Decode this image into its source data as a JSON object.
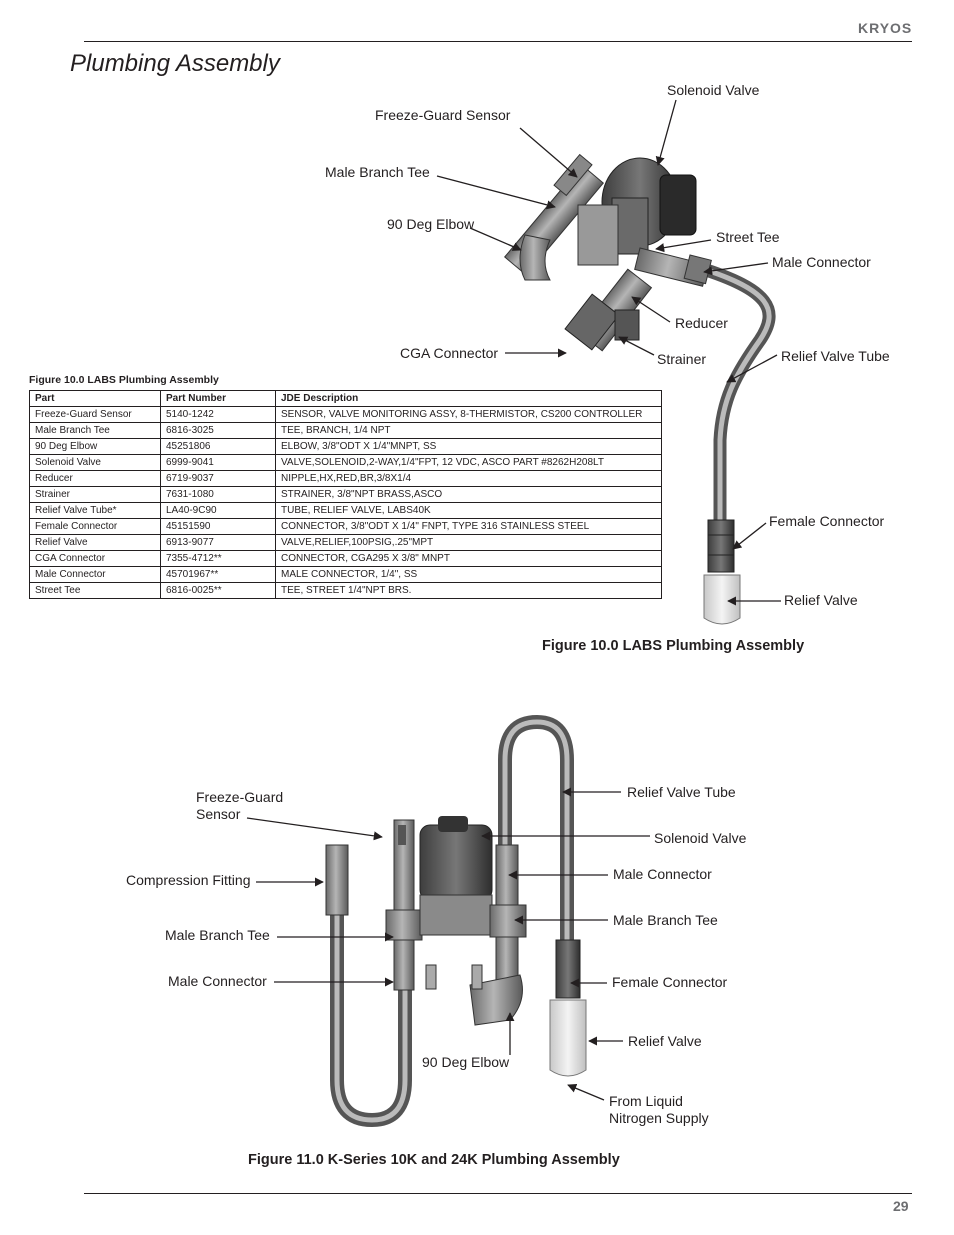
{
  "header": {
    "brand": "KRYOS"
  },
  "page_title": "Plumbing Assembly",
  "figure10": {
    "table_caption": "Figure 10.0 LABS Plumbing Assembly",
    "caption": "Figure 10.0 LABS Plumbing Assembly",
    "labels": {
      "solenoid_valve": "Solenoid Valve",
      "freeze_guard_sensor": "Freeze-Guard Sensor",
      "male_branch_tee": "Male Branch Tee",
      "elbow_90": "90 Deg Elbow",
      "street_tee": "Street Tee",
      "male_connector": "Male Connector",
      "reducer": "Reducer",
      "cga_connector": "CGA Connector",
      "strainer": "Strainer",
      "relief_valve_tube": "Relief Valve Tube",
      "female_connector": "Female Connector",
      "relief_valve": "Relief Valve"
    }
  },
  "parts_table": {
    "headers": [
      "Part",
      "Part Number",
      "JDE Description"
    ],
    "rows": [
      [
        "Freeze-Guard Sensor",
        "5140-1242",
        "SENSOR, VALVE MONITORING ASSY, 8-THERMISTOR, CS200 CONTROLLER"
      ],
      [
        "Male Branch Tee",
        "6816-3025",
        "TEE, BRANCH, 1/4 NPT"
      ],
      [
        "90 Deg Elbow",
        "45251806",
        "ELBOW, 3/8\"ODT X 1/4\"MNPT, SS"
      ],
      [
        "Solenoid Valve",
        "6999-9041",
        "VALVE,SOLENOID,2-WAY,1/4\"FPT, 12 VDC, ASCO PART #8262H208LT"
      ],
      [
        "Reducer",
        "6719-9037",
        "NIPPLE,HX,RED,BR,3/8X1/4"
      ],
      [
        "Strainer",
        "7631-1080",
        "STRAINER, 3/8\"NPT BRASS,ASCO"
      ],
      [
        "Relief Valve Tube*",
        "LA40-9C90",
        "TUBE, RELIEF VALVE, LABS40K"
      ],
      [
        "Female Connector",
        "45151590",
        "CONNECTOR, 3/8\"ODT X 1/4\" FNPT, TYPE 316 STAINLESS STEEL"
      ],
      [
        "Relief Valve",
        "6913-9077",
        "VALVE,RELIEF,100PSIG,.25\"MPT"
      ],
      [
        "CGA Connector",
        "7355-4712**",
        "CONNECTOR, CGA295 X 3/8\" MNPT"
      ],
      [
        "Male Connector",
        "45701967**",
        "MALE CONNECTOR, 1/4\", SS"
      ],
      [
        "Street Tee",
        "6816-0025**",
        "TEE, STREET 1/4\"NPT BRS."
      ]
    ]
  },
  "figure11": {
    "caption": "Figure 11.0 K-Series 10K and 24K Plumbing Assembly",
    "labels": {
      "freeze_guard_sensor_line1": "Freeze-Guard",
      "freeze_guard_sensor_line2": "Sensor",
      "compression_fitting": "Compression Fitting",
      "male_branch_tee_left": "Male Branch Tee",
      "male_connector_left": "Male Connector",
      "elbow_90": "90 Deg Elbow",
      "relief_valve_tube": "Relief Valve Tube",
      "solenoid_valve": "Solenoid Valve",
      "male_connector_right": "Male Connector",
      "male_branch_tee_right": "Male Branch Tee",
      "female_connector": "Female Connector",
      "relief_valve": "Relief Valve",
      "from_liquid_line1": "From Liquid",
      "from_liquid_line2": "Nitrogen Supply"
    }
  },
  "footer": {
    "page_number": "29"
  },
  "colors": {
    "ink": "#231f20",
    "brand_gray": "#6d6e71",
    "part_gray": "#8c8c8c",
    "part_dark": "#4a4a4a",
    "valve_white": "#e6e6e6"
  }
}
